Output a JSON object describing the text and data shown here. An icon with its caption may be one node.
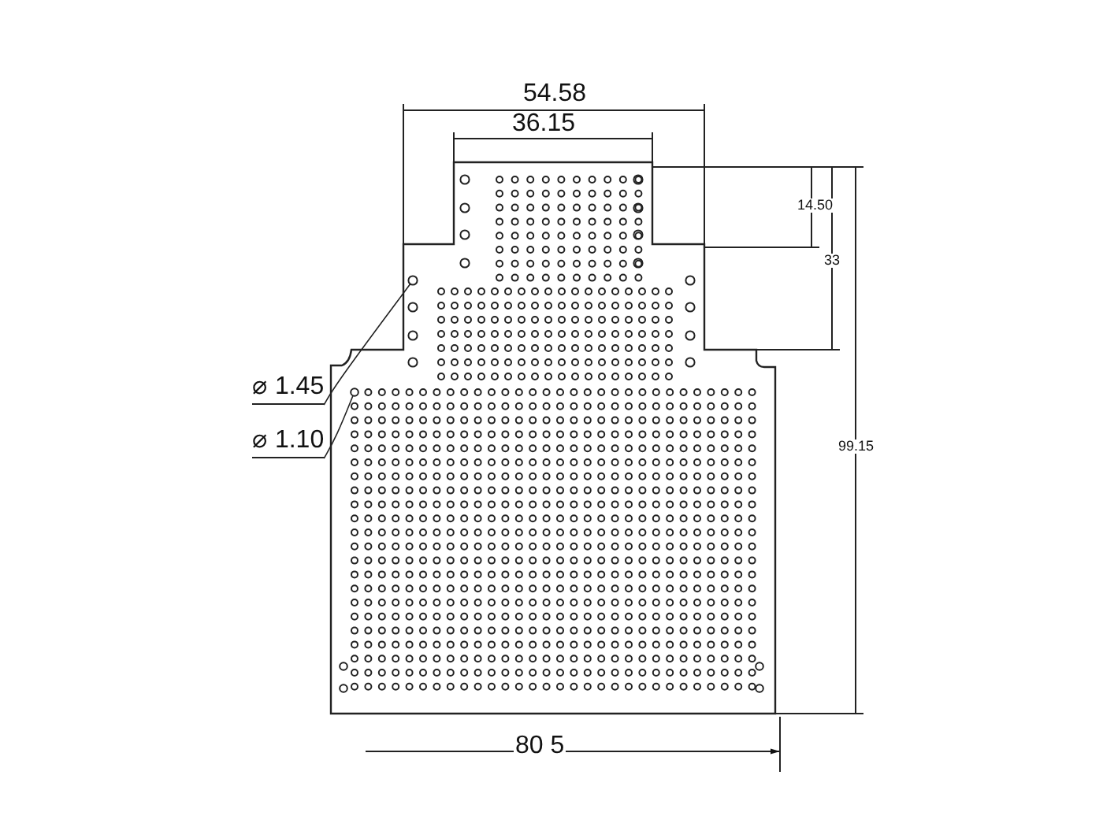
{
  "diagram": {
    "nodes": [
      {
        "text": [
          "⌀ 1.45"
        ]
      },
      {
        "text": [],
        "shape": "circle"
      },
      {
        "text": [
          "⌀ 1.10"
        ]
      },
      {
        "text": [],
        "shape": "circle"
      }
    ],
    "edges": [
      {
        "from": 0,
        "to": 1,
        "arrow": "none"
      },
      {
        "from": 2,
        "to": 3,
        "arrow": "none"
      }
    ],
    "labels": [
      "54.58",
      "36.15",
      "14.50",
      "33",
      "99.15",
      "80 5"
    ]
  }
}
